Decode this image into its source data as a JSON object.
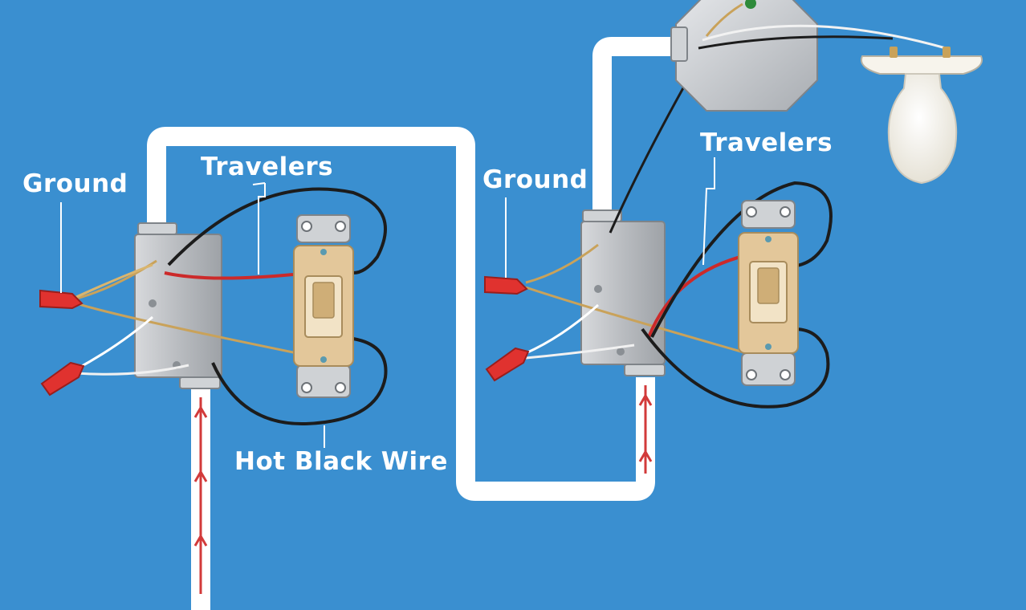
{
  "labels": {
    "ground_left": "Ground",
    "travelers_left": "Travelers",
    "ground_right": "Ground",
    "travelers_right": "Travelers",
    "hot_black_wire": "Hot Black Wire"
  },
  "colors": {
    "background": "#3a8fd0",
    "cable": "#ffffff",
    "hot_wire": "#1c1c1c",
    "traveler_red": "#cc2a2a",
    "ground_bare": "#c9a25a",
    "wire_nut": "#e0322f",
    "box_metal": "#b9bcc0",
    "switch_body": "#e3c79a",
    "bulb": "#f7f4ec",
    "arrow": "#d23a3a"
  },
  "icons": {
    "switch": "three-way-switch-icon",
    "box": "electrical-box-icon",
    "light": "light-bulb-icon",
    "connector": "wire-nut-icon"
  }
}
